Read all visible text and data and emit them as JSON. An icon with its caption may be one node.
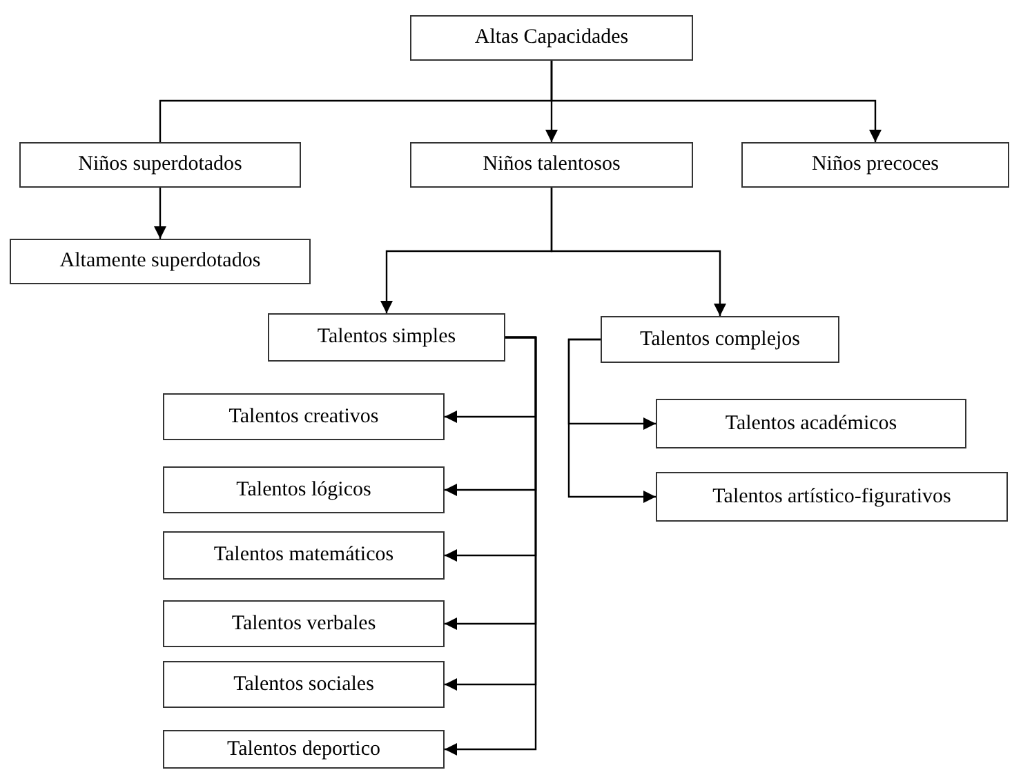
{
  "diagram": {
    "nodes": [
      {
        "text": [
          "Altas Capacidades"
        ]
      },
      {
        "text": [
          "Niños superdotados"
        ]
      },
      {
        "text": [
          "Niños talentosos"
        ]
      },
      {
        "text": [
          "Niños precoces"
        ]
      },
      {
        "text": [
          "Altamente superdotados"
        ]
      },
      {
        "text": [
          "Talentos simples"
        ]
      },
      {
        "text": [
          "Talentos complejos"
        ]
      },
      {
        "text": [
          "Talentos creativos"
        ]
      },
      {
        "text": [
          "Talentos lógicos"
        ]
      },
      {
        "text": [
          "Talentos matemáticos"
        ]
      },
      {
        "text": [
          "Talentos verbales"
        ]
      },
      {
        "text": [
          "Talentos sociales"
        ]
      },
      {
        "text": [
          "Talentos deportico"
        ]
      },
      {
        "text": [
          "Talentos académicos"
        ]
      },
      {
        "text": [
          "Talentos artístico-figurativos"
        ]
      }
    ],
    "edges": [
      {
        "from": 0,
        "to": 1,
        "arrow": "none"
      },
      {
        "from": 0,
        "to": 2,
        "arrow": "to"
      },
      {
        "from": 0,
        "to": 3,
        "arrow": "to"
      },
      {
        "from": 1,
        "to": 4,
        "arrow": "to"
      },
      {
        "from": 2,
        "to": 5,
        "arrow": "to"
      },
      {
        "from": 2,
        "to": 6,
        "arrow": "to"
      },
      {
        "from": 5,
        "to": 7,
        "arrow": "to"
      },
      {
        "from": 5,
        "to": 8,
        "arrow": "to"
      },
      {
        "from": 5,
        "to": 9,
        "arrow": "to"
      },
      {
        "from": 5,
        "to": 10,
        "arrow": "to"
      },
      {
        "from": 5,
        "to": 11,
        "arrow": "to"
      },
      {
        "from": 5,
        "to": 12,
        "arrow": "to"
      },
      {
        "from": 6,
        "to": 13,
        "arrow": "to"
      },
      {
        "from": 6,
        "to": 14,
        "arrow": "to"
      }
    ]
  }
}
